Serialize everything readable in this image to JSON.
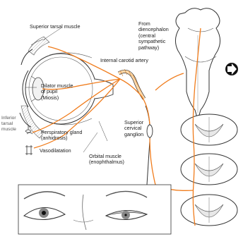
{
  "labels": {
    "superior_tarsal": "Superior tarsal muscle",
    "from_diencephalon": [
      "From",
      "diencephalon",
      "(central",
      "sympathetic",
      "pathway)"
    ],
    "internal_carotid": "Internal carotid artery",
    "dilator": [
      "Dilator muscle",
      "of pupil",
      "(Miosis)"
    ],
    "inferior_tarsal": [
      "Inferior",
      "tarsal",
      "muscle"
    ],
    "perspiratory": [
      "Perspiratory gland",
      "(anhidrosis)"
    ],
    "vasodilatation": "Vasodilatation",
    "orbital_muscle": [
      "Orbital muscle",
      "(enophthalmus)"
    ],
    "superior_cervical": [
      "Superior",
      "cervical",
      "ganglion"
    ]
  },
  "colors": {
    "pathway": "#f07c1c",
    "line": "#333333",
    "arrow_fill": "#111111"
  }
}
